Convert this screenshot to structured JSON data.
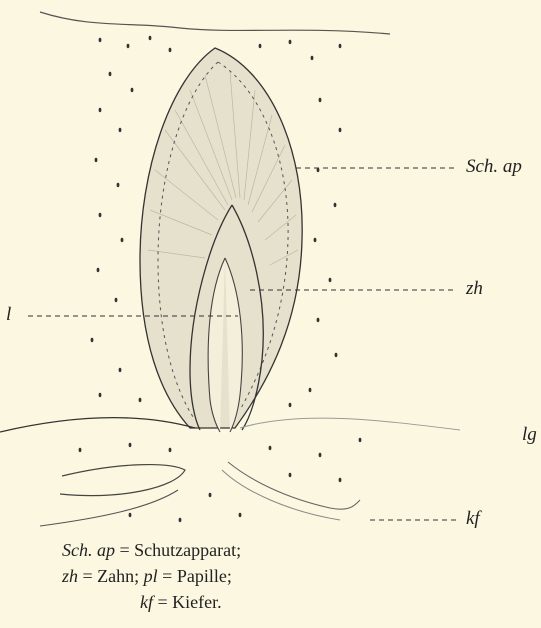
{
  "labels": {
    "sch_ap": "Sch. ap",
    "zh": "zh",
    "l": "l",
    "lg": "lg",
    "kf": "kf"
  },
  "caption": {
    "line1_term": "Sch. ap",
    "line1_eq": " = Schutzapparat;",
    "line2_term1": "zh",
    "line2_eq1": " = Zahn;  ",
    "line2_term2": "pl",
    "line2_eq2": " = Papille;",
    "line3_term": "kf",
    "line3_eq": " = Kiefer."
  },
  "colors": {
    "background": "#fbf7e1",
    "ink": "#222222",
    "fill": "#e6e1cc"
  }
}
